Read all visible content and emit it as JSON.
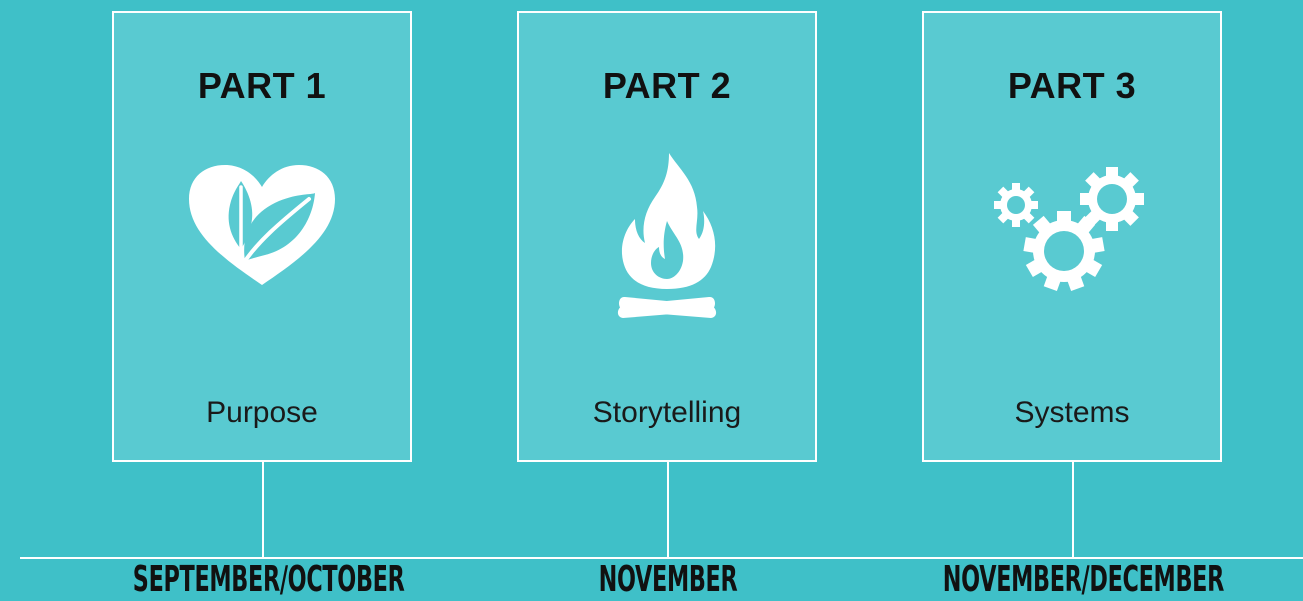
{
  "parts": [
    {
      "title": "PART 1",
      "label": "Purpose",
      "icon": "heart-leaf-icon",
      "period": "SEPTEMBER/OCTOBER"
    },
    {
      "title": "PART 2",
      "label": "Storytelling",
      "icon": "campfire-icon",
      "period": "NOVEMBER"
    },
    {
      "title": "PART 3",
      "label": "Systems",
      "icon": "gears-icon",
      "period": "NOVEMBER/DECEMBER"
    }
  ],
  "colors": {
    "background": "#3fc0c8",
    "card_fill": "#59cad1",
    "line": "#ffffff",
    "text": "#111111"
  }
}
